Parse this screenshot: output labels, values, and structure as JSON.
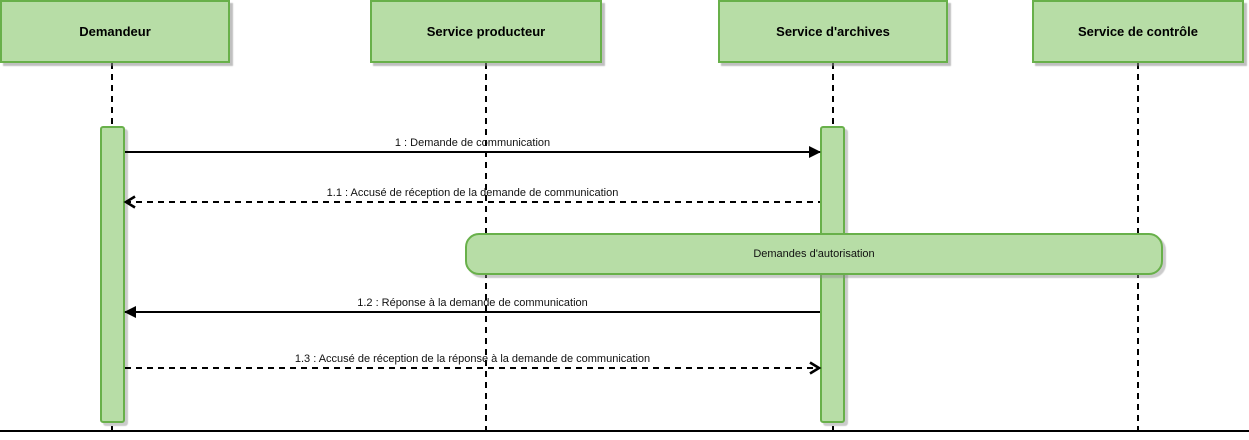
{
  "diagram": {
    "type": "uml-sequence",
    "actors": [
      {
        "label": "Demandeur"
      },
      {
        "label": "Service producteur"
      },
      {
        "label": "Service d'archives"
      },
      {
        "label": "Service de contrôle"
      }
    ],
    "messages": [
      {
        "label": "1 : Demande de communication",
        "from": "Demandeur",
        "to": "Service d'archives",
        "line": "solid",
        "arrow": "filled-right"
      },
      {
        "label": "1.1 : Accusé de réception de la demande de communication",
        "from": "Service d'archives",
        "to": "Demandeur",
        "line": "dashed",
        "arrow": "open-left"
      },
      {
        "label": "1.2 : Réponse à la demande de communication",
        "from": "Service d'archives",
        "to": "Demandeur",
        "line": "solid",
        "arrow": "filled-left"
      },
      {
        "label": "1.3 : Accusé de réception de la réponse à la demande de communication",
        "from": "Demandeur",
        "to": "Service d'archives",
        "line": "dashed",
        "arrow": "open-right"
      }
    ],
    "annotation": {
      "label": "Demandes d'autorisation"
    },
    "colors": {
      "shape_fill": "#b7dda6",
      "shape_stroke": "#68b04a",
      "line": "#000000",
      "background": "#ffffff"
    }
  }
}
